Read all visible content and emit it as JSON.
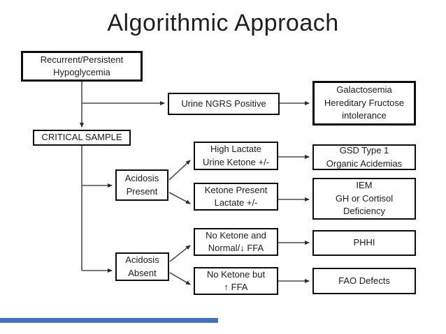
{
  "title": "Algorithmic Approach",
  "colors": {
    "accent_bar": "#4472C4",
    "box_border": "#0d0d0d",
    "connector": "#4d4d4d"
  },
  "nodes": {
    "start": "Recurrent/Persistent\nHypoglycemia",
    "critical_sample": "CRITICAL SAMPLE",
    "urine_ngrs": "Urine NGRS Positive",
    "galactosemia": "Galactosemia\nHereditary Fructose\nintolerance",
    "acidosis_present": "Acidosis\nPresent",
    "high_lactate": "High Lactate\nUrine Ketone +/-",
    "gsd": "GSD Type 1\nOrganic Acidemias",
    "ketone_present": "Ketone Present\nLactate +/-",
    "iem": "IEM\nGH or Cortisol\nDeficiency",
    "acidosis_absent": "Acidosis\nAbsent",
    "no_ketone_normal_ffa": "No Ketone and\nNormal/↓ FFA",
    "phhi": "PHHI",
    "no_ketone_high_ffa": "No Ketone but\n↑ FFA",
    "fao_defects": "FAO Defects"
  }
}
